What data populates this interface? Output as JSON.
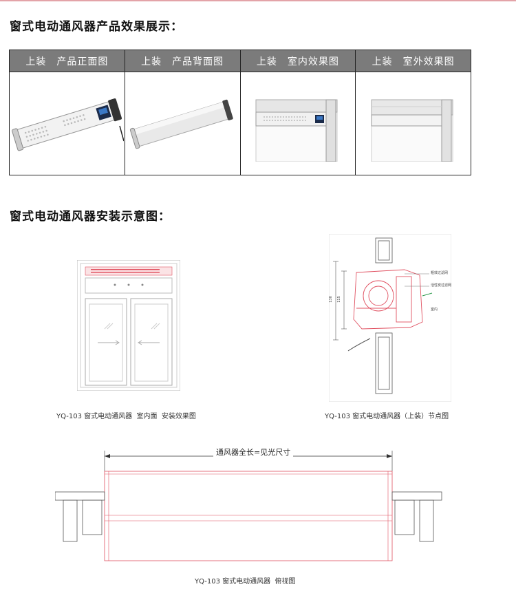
{
  "section_display": {
    "title": "窗式电动通风器产品效果展示：",
    "columns": [
      {
        "label": "上装　产品正面图",
        "image": "ventilator-front-view"
      },
      {
        "label": "上装　产品背面图",
        "image": "ventilator-back-view"
      },
      {
        "label": "上装　室内效果图",
        "image": "indoor-effect-view"
      },
      {
        "label": "上装　室外效果图",
        "image": "outdoor-effect-view"
      }
    ]
  },
  "section_install": {
    "title": "窗式电动通风器安装示意图：",
    "captions": {
      "window": "YQ-103 窗式电动通风器  室内面  安装效果图",
      "node": "YQ-103 窗式电动通风器（上装）节点图",
      "top": "YQ-103 窗式电动通风器  俯视图"
    },
    "node_labels": {
      "dim_outer": "130",
      "dim_inner": "115",
      "filter_1": "粗效过滤网",
      "filter_2": "活性炭过滤网",
      "indoor": "室内"
    },
    "top_view": {
      "length_label": "通风器全长=见光尺寸"
    }
  },
  "colors": {
    "header_bg": "#7b7b7b",
    "drawing_red": "#e05060",
    "accent_line": "#e3a3a8"
  }
}
